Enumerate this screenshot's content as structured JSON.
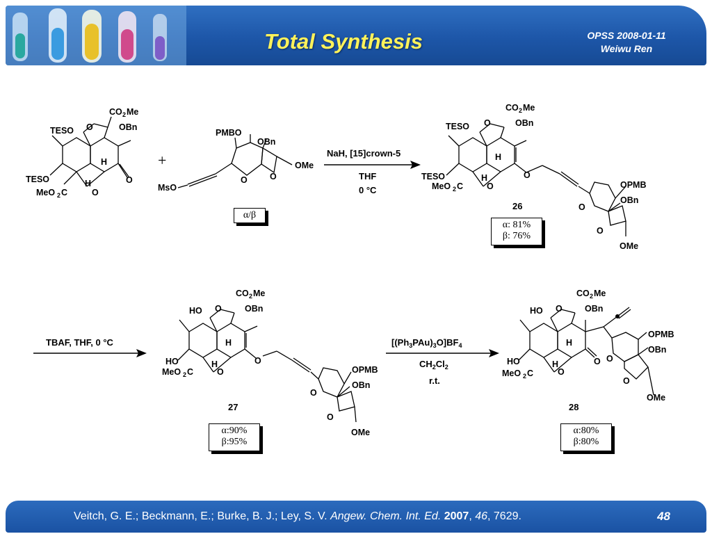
{
  "header": {
    "title": "Total Synthesis",
    "meta_line1": "OPSS 2008-01-11",
    "meta_line2": "Weiwu Ren"
  },
  "scheme": {
    "plus": "+",
    "reaction1": {
      "reagent_top": "NaH, [15]crown-5",
      "solvent": "THF",
      "temperature": "0 °C"
    },
    "reaction2": {
      "reagent": "TBAF, THF, 0 °C"
    },
    "reaction3": {
      "reagent_prefix": "[(Ph",
      "solvent_prefix": "CH",
      "condition": "r.t."
    },
    "compounds": {
      "c26": "26",
      "c27": "27",
      "c28": "28"
    },
    "labels": {
      "teso": "TESO",
      "co2me": "CO",
      "obn": "OBn",
      "opmb": "OPMB",
      "ome": "OMe",
      "meo2c": "MeO",
      "ho": "HO",
      "pmbo": "PMBO",
      "mso": "MsO",
      "h": "H",
      "o": "O"
    },
    "boxes": {
      "ab": "α/β",
      "y26_a": "α: 81%",
      "y26_b": "β: 76%",
      "y27_a": "α:90%",
      "y27_b": "β:95%",
      "y28_a": "α:80%",
      "y28_b": "β:80%"
    }
  },
  "footer": {
    "authors": "Veitch, G. E.; Beckmann, E.; Burke, B. J.; Ley, S. V.",
    "journal": "Angew. Chem. Int. Ed.",
    "year": "2007",
    "volume": "46",
    "pages": ", 7629.",
    "page_number": "48"
  }
}
